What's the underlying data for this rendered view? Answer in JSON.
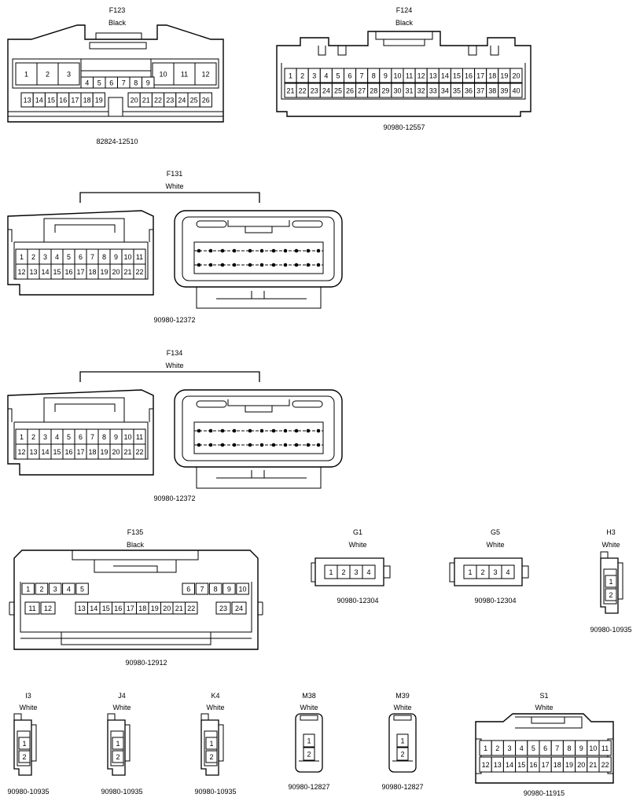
{
  "connectors": [
    {
      "id": "F123",
      "color": "Black",
      "part": "82824-12510",
      "row1": [
        "1",
        "2",
        "3",
        "10",
        "11",
        "12"
      ],
      "mid": [
        "4",
        "5",
        "6",
        "7",
        "8",
        "9"
      ],
      "row2": [
        "13",
        "14",
        "15",
        "16",
        "17",
        "18",
        "19",
        "20",
        "21",
        "22",
        "23",
        "24",
        "25",
        "26"
      ]
    },
    {
      "id": "F124",
      "color": "Black",
      "part": "90980-12557",
      "row1": [
        "1",
        "2",
        "3",
        "4",
        "5",
        "6",
        "7",
        "8",
        "9",
        "10",
        "11",
        "12",
        "13",
        "14",
        "15",
        "16",
        "17",
        "18",
        "19",
        "20"
      ],
      "row2": [
        "21",
        "22",
        "23",
        "24",
        "25",
        "26",
        "27",
        "28",
        "29",
        "30",
        "31",
        "32",
        "33",
        "34",
        "35",
        "36",
        "37",
        "38",
        "39",
        "40"
      ]
    },
    {
      "id": "F131",
      "color": "White",
      "part": "90980-12372",
      "row1": [
        "1",
        "2",
        "3",
        "4",
        "5",
        "6",
        "7",
        "8",
        "9",
        "10",
        "11"
      ],
      "row2": [
        "12",
        "13",
        "14",
        "15",
        "16",
        "17",
        "18",
        "19",
        "20",
        "21",
        "22"
      ]
    },
    {
      "id": "F134",
      "color": "White",
      "part": "90980-12372",
      "row1": [
        "1",
        "2",
        "3",
        "4",
        "5",
        "6",
        "7",
        "8",
        "9",
        "10",
        "11"
      ],
      "row2": [
        "12",
        "13",
        "14",
        "15",
        "16",
        "17",
        "18",
        "19",
        "20",
        "21",
        "22"
      ]
    },
    {
      "id": "F135",
      "color": "Black",
      "part": "90980-12912",
      "row1a": [
        "1",
        "2",
        "3",
        "4",
        "5"
      ],
      "row1b": [
        "6",
        "7",
        "8",
        "9",
        "10"
      ],
      "row2a": [
        "11",
        "12"
      ],
      "row2m": [
        "13",
        "14",
        "15",
        "16",
        "17",
        "18",
        "19",
        "20",
        "21",
        "22"
      ],
      "row2b": [
        "23",
        "24"
      ]
    },
    {
      "id": "G1",
      "color": "White",
      "part": "90980-12304",
      "pins": [
        "1",
        "2",
        "3",
        "4"
      ]
    },
    {
      "id": "G5",
      "color": "White",
      "part": "90980-12304",
      "pins": [
        "1",
        "2",
        "3",
        "4"
      ]
    },
    {
      "id": "H3",
      "color": "White",
      "part": "90980-10935",
      "pins": [
        "1",
        "2"
      ]
    },
    {
      "id": "I3",
      "color": "White",
      "part": "90980-10935",
      "pins": [
        "1",
        "2"
      ]
    },
    {
      "id": "J4",
      "color": "White",
      "part": "90980-10935",
      "pins": [
        "1",
        "2"
      ]
    },
    {
      "id": "K4",
      "color": "White",
      "part": "90980-10935",
      "pins": [
        "1",
        "2"
      ]
    },
    {
      "id": "M38",
      "color": "White",
      "part": "90980-12827",
      "pins": [
        "1",
        "2"
      ]
    },
    {
      "id": "M39",
      "color": "White",
      "part": "90980-12827",
      "pins": [
        "1",
        "2"
      ]
    },
    {
      "id": "S1",
      "color": "White",
      "part": "90980-11915",
      "row1": [
        "1",
        "2",
        "3",
        "4",
        "5",
        "6",
        "7",
        "8",
        "9",
        "10",
        "11"
      ],
      "row2": [
        "12",
        "13",
        "14",
        "15",
        "16",
        "17",
        "18",
        "19",
        "20",
        "21",
        "22"
      ]
    }
  ]
}
